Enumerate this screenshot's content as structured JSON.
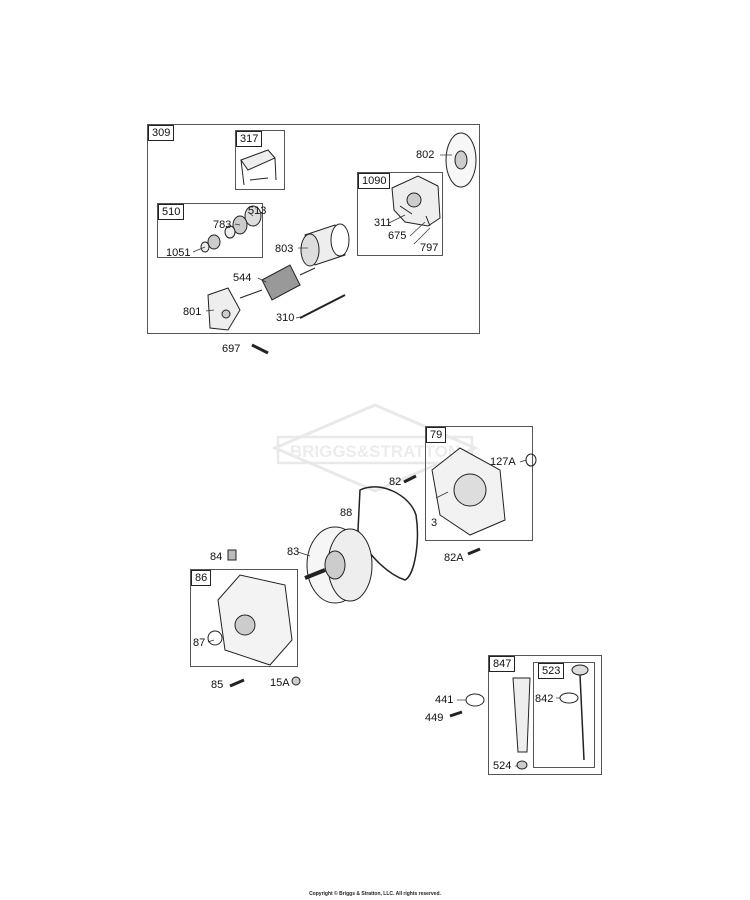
{
  "watermark": "BRIGGS&STRATTON",
  "footer": "Copyright © Briggs & Stratton, LLC. All rights reserved.",
  "groups": {
    "g309": "309",
    "g317": "317",
    "g510": "510",
    "g1090": "1090",
    "g79": "79",
    "g86": "86",
    "g847": "847",
    "g523": "523"
  },
  "parts": {
    "p802": "802",
    "p783": "783",
    "p513": "513",
    "p1051": "1051",
    "p803": "803",
    "p311": "311",
    "p675": "675",
    "p797": "797",
    "p544": "544",
    "p801": "801",
    "p310": "310",
    "p697": "697",
    "p127A": "127A",
    "p82": "82",
    "p88": "88",
    "p3": "3",
    "p82A": "82A",
    "p84": "84",
    "p83": "83",
    "p87": "87",
    "p85": "85",
    "p15A": "15A",
    "p842": "842",
    "p441": "441",
    "p449": "449",
    "p524": "524"
  }
}
